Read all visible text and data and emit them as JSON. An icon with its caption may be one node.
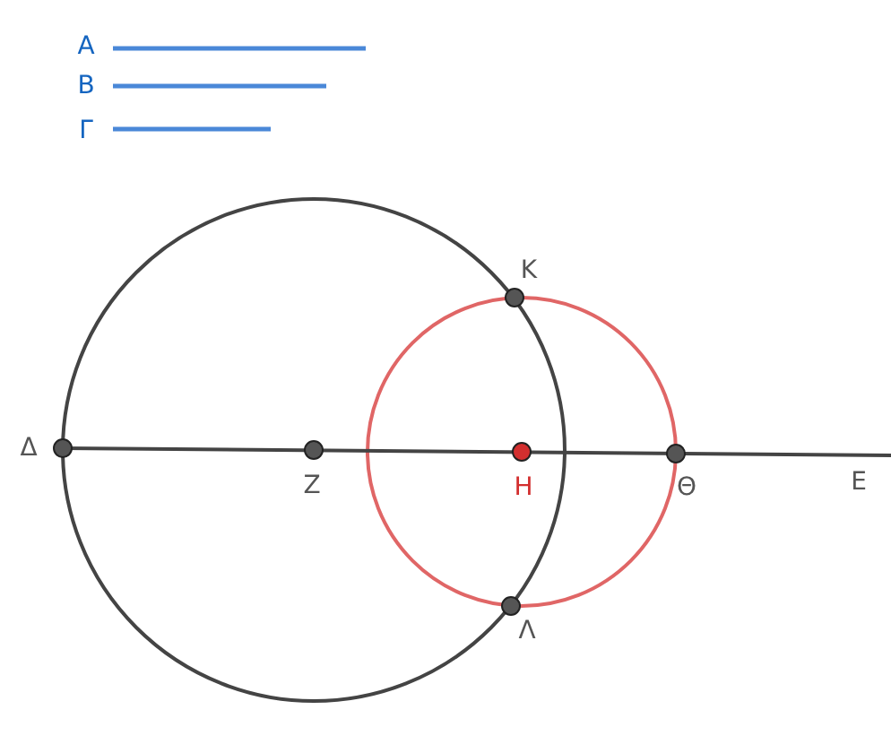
{
  "diagram": {
    "labels": [
      "Α",
      "Β",
      "Γ",
      "Κ",
      "Δ",
      "Ζ",
      "Η",
      "Θ",
      "Ε",
      "Λ"
    ]
  }
}
